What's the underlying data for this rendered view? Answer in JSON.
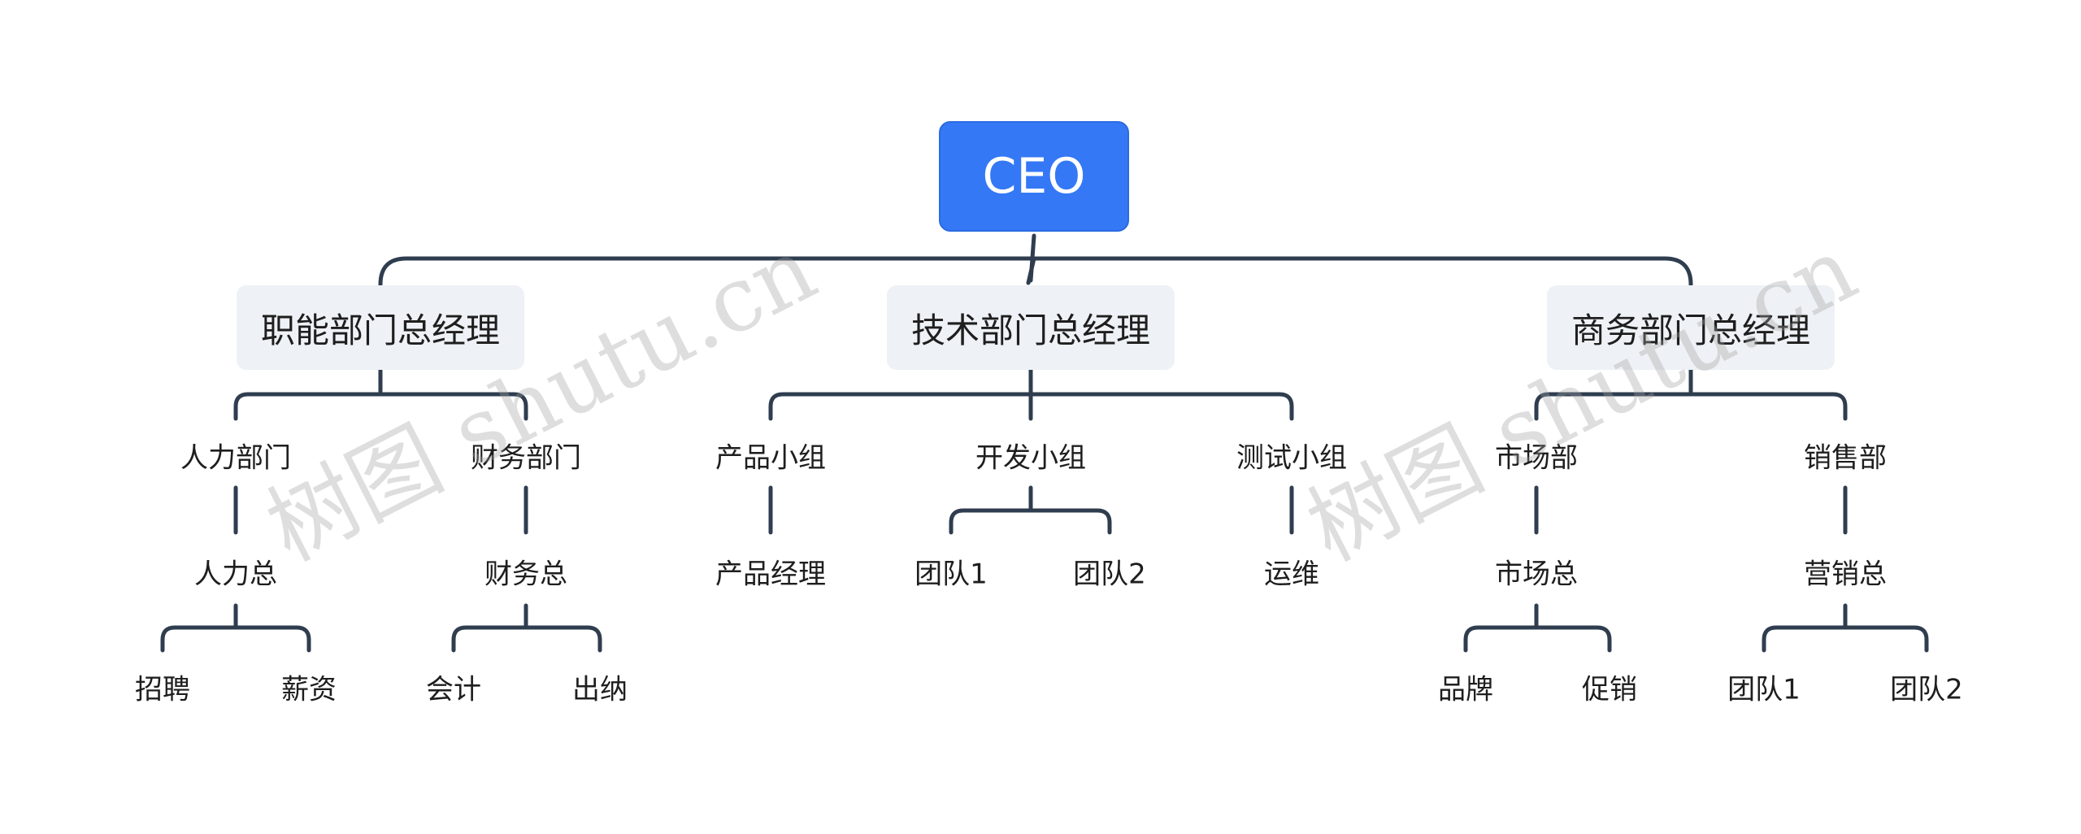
{
  "root": {
    "label": "CEO"
  },
  "managers": [
    {
      "label": "职能部门总经理",
      "departments": [
        {
          "label": "人力部门",
          "head": "人力总",
          "children": [
            "招聘",
            "薪资"
          ]
        },
        {
          "label": "财务部门",
          "head": "财务总",
          "children": [
            "会计",
            "出纳"
          ]
        }
      ]
    },
    {
      "label": "技术部门总经理",
      "departments": [
        {
          "label": "产品小组",
          "head": "产品经理",
          "children": []
        },
        {
          "label": "开发小组",
          "head": null,
          "children": [
            "团队1",
            "团队2"
          ]
        },
        {
          "label": "测试小组",
          "head": "运维",
          "children": []
        }
      ]
    },
    {
      "label": "商务部门总经理",
      "departments": [
        {
          "label": "市场部",
          "head": "市场总",
          "children": [
            "品牌",
            "促销"
          ]
        },
        {
          "label": "销售部",
          "head": "营销总",
          "children": [
            "团队1",
            "团队2"
          ]
        }
      ]
    }
  ],
  "watermark": "树图 shutu.cn",
  "colors": {
    "root_fill": "#3478f6",
    "manager_fill": "#eef1f5",
    "connector": "#2f3d4f"
  }
}
